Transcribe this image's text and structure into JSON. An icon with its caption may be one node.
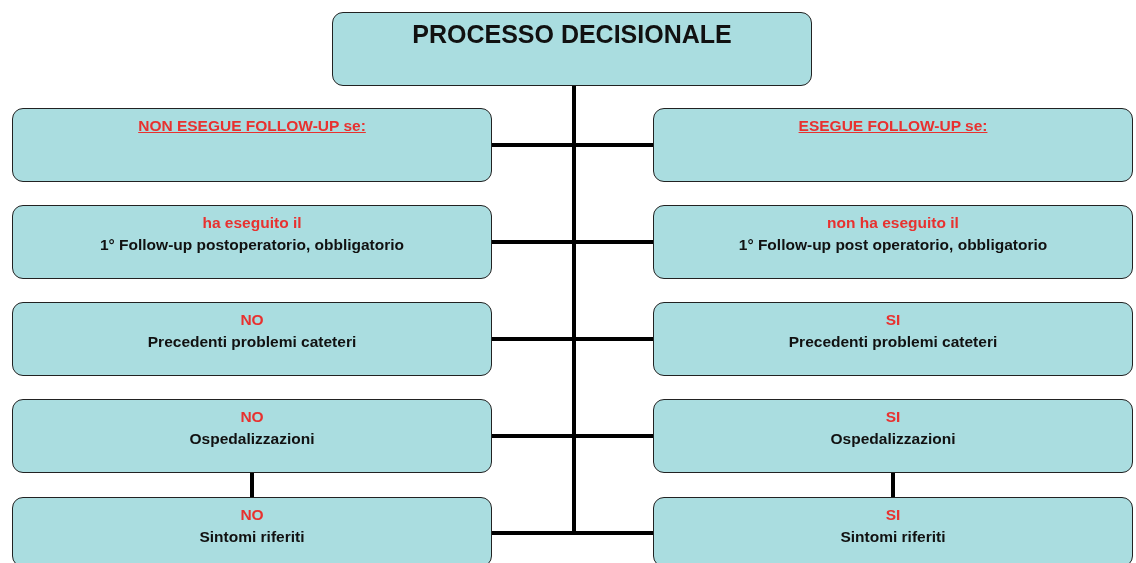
{
  "diagram": {
    "nodes": [
      {
        "text": [
          "PROCESSO DECISIONALE"
        ]
      },
      {
        "text": [
          "NON ESEGUE FOLLOW-UP se:"
        ]
      },
      {
        "text": [
          "ESEGUE FOLLOW-UP se:"
        ]
      },
      {
        "text": [
          "ha eseguito il",
          "1° Follow-up postoperatorio, obbligatorio"
        ]
      },
      {
        "text": [
          "non ha eseguito il",
          "1° Follow-up post operatorio, obbligatorio"
        ]
      },
      {
        "text": [
          "NO",
          "Precedenti problemi cateteri"
        ]
      },
      {
        "text": [
          "SI",
          "Precedenti problemi cateteri"
        ]
      },
      {
        "text": [
          "NO",
          "Ospedalizzazioni"
        ]
      },
      {
        "text": [
          "SI",
          "Ospedalizzazioni"
        ]
      },
      {
        "text": [
          "NO",
          "Sintomi riferiti"
        ]
      },
      {
        "text": [
          "SI",
          "Sintomi riferiti"
        ]
      }
    ],
    "edges": [
      {
        "from": 0,
        "to": 1,
        "arrow": "none"
      },
      {
        "from": 0,
        "to": 2,
        "arrow": "none"
      },
      {
        "from": 0,
        "to": 3,
        "arrow": "none"
      },
      {
        "from": 0,
        "to": 4,
        "arrow": "none"
      },
      {
        "from": 0,
        "to": 5,
        "arrow": "none"
      },
      {
        "from": 0,
        "to": 6,
        "arrow": "none"
      },
      {
        "from": 0,
        "to": 7,
        "arrow": "none"
      },
      {
        "from": 0,
        "to": 8,
        "arrow": "none"
      },
      {
        "from": 0,
        "to": 9,
        "arrow": "none"
      },
      {
        "from": 0,
        "to": 10,
        "arrow": "none"
      },
      {
        "from": 7,
        "to": 9,
        "arrow": "none"
      },
      {
        "from": 8,
        "to": 10,
        "arrow": "none"
      }
    ]
  }
}
